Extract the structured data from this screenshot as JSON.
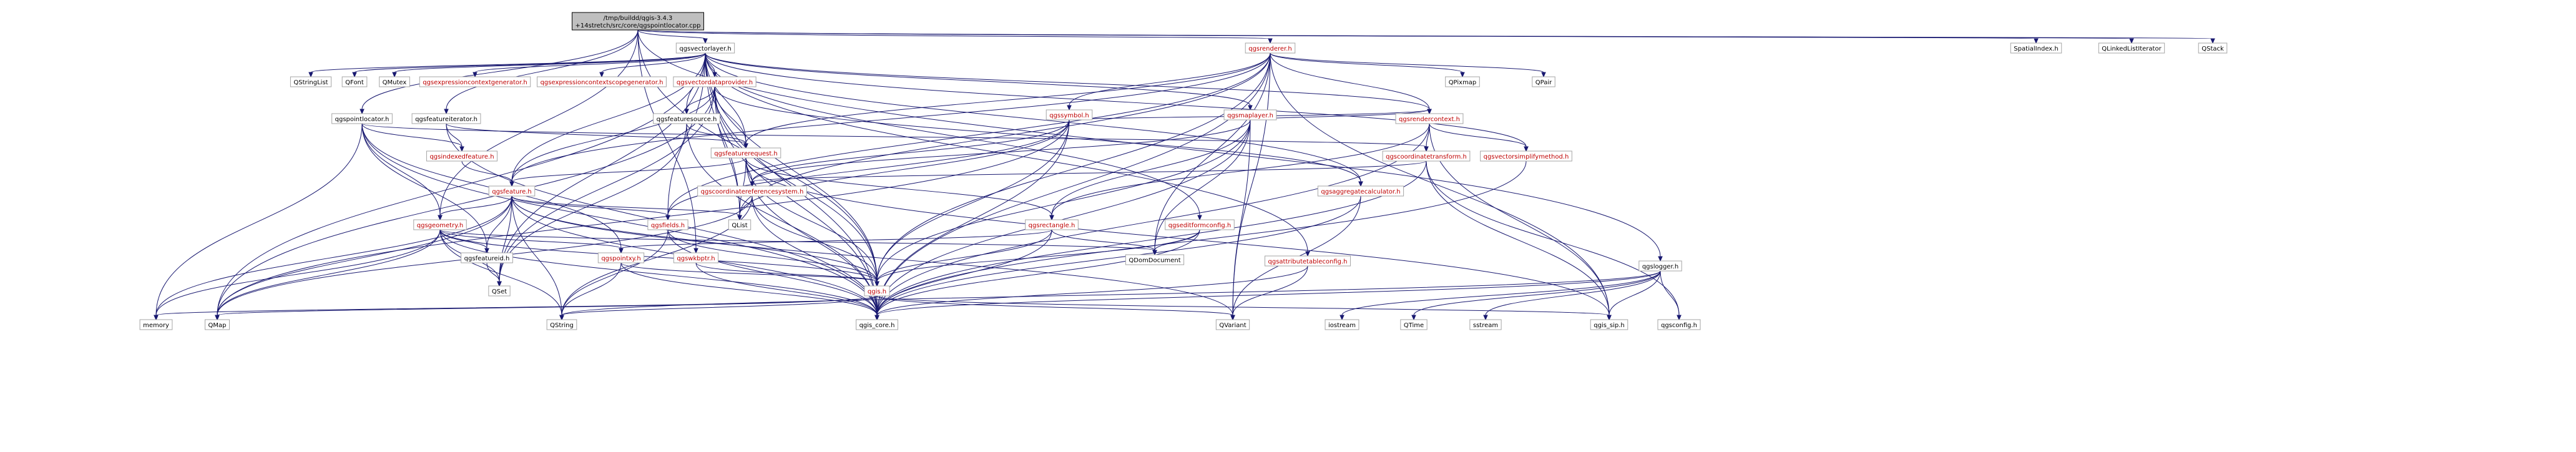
{
  "colors": {
    "edge": "#191970",
    "red_text": "#bf0000",
    "node_fill": "#ffffff",
    "root_fill": "#bfbfbf"
  },
  "nodes": {
    "root": {
      "label": "/tmp/buildd/qgis-3.4.3\n+14stretch/src/core/qgspointlocator.cpp",
      "red": false,
      "root": true
    },
    "qgsvectorlayer": {
      "label": "qgsvectorlayer.h",
      "red": false
    },
    "qgsrenderer": {
      "label": "qgsrenderer.h",
      "red": true
    },
    "spatialindex": {
      "label": "SpatialIndex.h",
      "red": false
    },
    "qlinkedlistiterator": {
      "label": "QLinkedListIterator",
      "red": false
    },
    "qstack": {
      "label": "QStack",
      "red": false
    },
    "qstringlist": {
      "label": "QStringList",
      "red": false
    },
    "qfont": {
      "label": "QFont",
      "red": false
    },
    "qmutex": {
      "label": "QMutex",
      "red": false
    },
    "qgsexprgen": {
      "label": "qgsexpressioncontextgenerator.h",
      "red": true
    },
    "qgsexprscopegen": {
      "label": "qgsexpressioncontextscopegenerator.h",
      "red": true
    },
    "qgsvectordataprovider": {
      "label": "qgsvectordataprovider.h",
      "red": true
    },
    "qgssymbol": {
      "label": "qgssymbol.h",
      "red": true
    },
    "qgsmaplayer": {
      "label": "qgsmaplayer.h",
      "red": true
    },
    "qpixmap": {
      "label": "QPixmap",
      "red": false
    },
    "qpair": {
      "label": "QPair",
      "red": false
    },
    "qgspointlocator": {
      "label": "qgspointlocator.h",
      "red": false
    },
    "qgsfeatureiterator": {
      "label": "qgsfeatureiterator.h",
      "red": false
    },
    "qgsfeaturesource": {
      "label": "qgsfeaturesource.h",
      "red": false
    },
    "qgsrendercontext": {
      "label": "qgsrendercontext.h",
      "red": true
    },
    "qgsindexedfeature": {
      "label": "qgsindexedfeature.h",
      "red": true
    },
    "qgsfeaturerequest": {
      "label": "qgsfeaturerequest.h",
      "red": true
    },
    "qgscoordinatetransform": {
      "label": "qgscoordinatetransform.h",
      "red": true
    },
    "qgsvectorsimplifymethod": {
      "label": "qgsvectorsimplifymethod.h",
      "red": true
    },
    "qgsfeature": {
      "label": "qgsfeature.h",
      "red": true
    },
    "qgscrs": {
      "label": "qgscoordinatereferencesystem.h",
      "red": true
    },
    "qgsaggregatecalculator": {
      "label": "qgsaggregatecalculator.h",
      "red": true
    },
    "qgsgeometry": {
      "label": "qgsgeometry.h",
      "red": true
    },
    "qgsfields": {
      "label": "qgsfields.h",
      "red": true
    },
    "qlist": {
      "label": "QList",
      "red": false
    },
    "qgsrectangle": {
      "label": "qgsrectangle.h",
      "red": true
    },
    "qgseditformconfig": {
      "label": "qgseditformconfig.h",
      "red": true
    },
    "qgsfeatureid": {
      "label": "qgsfeatureid.h",
      "red": false
    },
    "qgspointxy": {
      "label": "qgspointxy.h",
      "red": true
    },
    "qgswkbptr": {
      "label": "qgswkbptr.h",
      "red": true
    },
    "qdomdocument": {
      "label": "QDomDocument",
      "red": false
    },
    "qgsattributetableconfig": {
      "label": "qgsattributetableconfig.h",
      "red": true
    },
    "qgslogger": {
      "label": "qgslogger.h",
      "red": false
    },
    "qset": {
      "label": "QSet",
      "red": false
    },
    "qgis": {
      "label": "qgis.h",
      "red": true
    },
    "memory": {
      "label": "memory",
      "red": false
    },
    "qmap": {
      "label": "QMap",
      "red": false
    },
    "qstring": {
      "label": "QString",
      "red": false
    },
    "qgis_core": {
      "label": "qgis_core.h",
      "red": false
    },
    "qvariant": {
      "label": "QVariant",
      "red": false
    },
    "iostream": {
      "label": "iostream",
      "red": false
    },
    "qtime": {
      "label": "QTime",
      "red": false
    },
    "sstream": {
      "label": "sstream",
      "red": false
    },
    "qgis_sip": {
      "label": "qgis_sip.h",
      "red": false
    },
    "qgsconfig": {
      "label": "qgsconfig.h",
      "red": false
    }
  },
  "edges": [
    [
      "root",
      "qgsvectorlayer"
    ],
    [
      "root",
      "qgsrenderer"
    ],
    [
      "root",
      "spatialindex"
    ],
    [
      "root",
      "qlinkedlistiterator"
    ],
    [
      "root",
      "qstack"
    ],
    [
      "root",
      "qgspointlocator"
    ],
    [
      "root",
      "qgsfeatureiterator"
    ],
    [
      "root",
      "qgsgeometry"
    ],
    [
      "root",
      "qgis"
    ],
    [
      "root",
      "qgslogger"
    ],
    [
      "root",
      "qgswkbptr"
    ],
    [
      "qgsvectorlayer",
      "qstringlist"
    ],
    [
      "qgsvectorlayer",
      "qfont"
    ],
    [
      "qgsvectorlayer",
      "qmutex"
    ],
    [
      "qgsvectorlayer",
      "qgsexprgen"
    ],
    [
      "qgsvectorlayer",
      "qgsexprscopegen"
    ],
    [
      "qgsvectorlayer",
      "qgsvectordataprovider"
    ],
    [
      "qgsvectorlayer",
      "qgsmaplayer"
    ],
    [
      "qgsvectorlayer",
      "qgsfeaturesource"
    ],
    [
      "qgsvectorlayer",
      "qgsfeaturerequest"
    ],
    [
      "qgsvectorlayer",
      "qgsfeature"
    ],
    [
      "qgsvectorlayer",
      "qgsfields"
    ],
    [
      "qgsvectorlayer",
      "qlist"
    ],
    [
      "qgsvectorlayer",
      "qgis"
    ],
    [
      "qgsvectorlayer",
      "qgis_core"
    ],
    [
      "qgsvectorlayer",
      "qset"
    ],
    [
      "qgsvectorlayer",
      "qmap"
    ],
    [
      "qgsvectorlayer",
      "qgseditformconfig"
    ],
    [
      "qgsvectorlayer",
      "qgsattributetableconfig"
    ],
    [
      "qgsvectorlayer",
      "qgsaggregatecalculator"
    ],
    [
      "qgsvectorlayer",
      "qgsvectorsimplifymethod"
    ],
    [
      "qgsvectorlayer",
      "qgsrendercontext"
    ],
    [
      "qgsrenderer",
      "qgssymbol"
    ],
    [
      "qgsrenderer",
      "qgsrendercontext"
    ],
    [
      "qgsrenderer",
      "qgsfeaturerequest"
    ],
    [
      "qgsrenderer",
      "qgsfields"
    ],
    [
      "qgsrenderer",
      "qlist"
    ],
    [
      "qgsrenderer",
      "qgis"
    ],
    [
      "qgsrenderer",
      "qgis_core"
    ],
    [
      "qgsrenderer",
      "qdomdocument"
    ],
    [
      "qgsrenderer",
      "qpixmap"
    ],
    [
      "qgsrenderer",
      "qpair"
    ],
    [
      "qgsrenderer",
      "qgis_sip"
    ],
    [
      "qgsrenderer",
      "qvariant"
    ],
    [
      "qgsrenderer",
      "qgsfeature"
    ],
    [
      "qgsvectordataprovider",
      "qgsfeaturesource"
    ],
    [
      "qgsvectordataprovider",
      "qgsfeaturerequest"
    ],
    [
      "qgsvectordataprovider",
      "qgsfeature"
    ],
    [
      "qgsvectordataprovider",
      "qgsaggregatecalculator"
    ],
    [
      "qgsvectordataprovider",
      "qgis_core"
    ],
    [
      "qgsvectordataprovider",
      "qset"
    ],
    [
      "qgsvectordataprovider",
      "qmap"
    ],
    [
      "qgsvectordataprovider",
      "qlist"
    ],
    [
      "qgsvectordataprovider",
      "qgis"
    ],
    [
      "qgssymbol",
      "qgsrendercontext"
    ],
    [
      "qgssymbol",
      "qgsfields"
    ],
    [
      "qgssymbol",
      "qlist"
    ],
    [
      "qgssymbol",
      "qgis"
    ],
    [
      "qgssymbol",
      "qgis_core"
    ],
    [
      "qgssymbol",
      "qmap"
    ],
    [
      "qgssymbol",
      "qgscrs"
    ],
    [
      "qgsmaplayer",
      "qgsrendercontext"
    ],
    [
      "qgsmaplayer",
      "qgsrectangle"
    ],
    [
      "qgsmaplayer",
      "qgis"
    ],
    [
      "qgsmaplayer",
      "qgis_core"
    ],
    [
      "qgsmaplayer",
      "qdomdocument"
    ],
    [
      "qgsmaplayer",
      "qgscrs"
    ],
    [
      "qgsmaplayer",
      "qvariant"
    ],
    [
      "qgspointlocator",
      "qgsfeatureid"
    ],
    [
      "qgspointlocator",
      "qgspointxy"
    ],
    [
      "qgspointlocator",
      "qgscoordinatetransform"
    ],
    [
      "qgspointlocator",
      "qgis_core"
    ],
    [
      "qgspointlocator",
      "qgsgeometry"
    ],
    [
      "qgspointlocator",
      "memory"
    ],
    [
      "qgspointlocator",
      "qgsindexedfeature"
    ],
    [
      "qgsfeatureiterator",
      "qgsfeaturerequest"
    ],
    [
      "qgsfeatureiterator",
      "qgsindexedfeature"
    ],
    [
      "qgsfeatureiterator",
      "qgis_core"
    ],
    [
      "qgsfeaturesource",
      "qgsfeaturerequest"
    ],
    [
      "qgsfeaturesource",
      "qgis_core"
    ],
    [
      "qgsfeaturesource",
      "qset"
    ],
    [
      "qgsrendercontext",
      "qgscoordinatetransform"
    ],
    [
      "qgsrendercontext",
      "qgsvectorsimplifymethod"
    ],
    [
      "qgsrendercontext",
      "qgsrectangle"
    ],
    [
      "qgsrendercontext",
      "qgis_core"
    ],
    [
      "qgsrendercontext",
      "qgis_sip"
    ],
    [
      "qgsindexedfeature",
      "qgsfeature"
    ],
    [
      "qgsfeaturerequest",
      "qgsfeature"
    ],
    [
      "qgsfeaturerequest",
      "qgsrectangle"
    ],
    [
      "qgsfeaturerequest",
      "qlist"
    ],
    [
      "qgsfeaturerequest",
      "qgis_core"
    ],
    [
      "qgsfeaturerequest",
      "qgis_sip"
    ],
    [
      "qgsfeaturerequest",
      "qgscrs"
    ],
    [
      "qgsfeaturerequest",
      "qgis"
    ],
    [
      "qgscoordinatetransform",
      "qgscrs"
    ],
    [
      "qgscoordinatetransform",
      "qgis_core"
    ],
    [
      "qgscoordinatetransform",
      "qgis_sip"
    ],
    [
      "qgscoordinatetransform",
      "qgsconfig"
    ],
    [
      "qgsvectorsimplifymethod",
      "qgis_core"
    ],
    [
      "qgsfeature",
      "qgsgeometry"
    ],
    [
      "qgsfeature",
      "qgsfields"
    ],
    [
      "qgsfeature",
      "qgsfeatureid"
    ],
    [
      "qgsfeature",
      "qgis_core"
    ],
    [
      "qgsfeature",
      "qlist"
    ],
    [
      "qgsfeature",
      "qvariant"
    ],
    [
      "qgsfeature",
      "qset"
    ],
    [
      "qgsfeature",
      "qmap"
    ],
    [
      "qgsfeature",
      "memory"
    ],
    [
      "qgsfeature",
      "qstring"
    ],
    [
      "qgsfeature",
      "qgis"
    ],
    [
      "qgscrs",
      "qgis_core"
    ],
    [
      "qgscrs",
      "qgis"
    ],
    [
      "qgscrs",
      "qstring"
    ],
    [
      "qgscrs",
      "qmap"
    ],
    [
      "qgsaggregatecalculator",
      "qgis_core"
    ],
    [
      "qgsaggregatecalculator",
      "qvariant"
    ],
    [
      "qgsgeometry",
      "qgspointxy"
    ],
    [
      "qgsgeometry",
      "qgsfeatureid"
    ],
    [
      "qgsgeometry",
      "qgis_core"
    ],
    [
      "qgsgeometry",
      "qgis"
    ],
    [
      "qgsgeometry",
      "qset"
    ],
    [
      "qgsgeometry",
      "qstring"
    ],
    [
      "qgsgeometry",
      "memory"
    ],
    [
      "qgsgeometry",
      "qdomdocument"
    ],
    [
      "qgsgeometry",
      "qmap"
    ],
    [
      "qgsfields",
      "qgis_core"
    ],
    [
      "qgsfields",
      "qgis"
    ],
    [
      "qgsfields",
      "qstring"
    ],
    [
      "qgsrectangle",
      "qgis_core"
    ],
    [
      "qgsrectangle",
      "qgis"
    ],
    [
      "qgsrectangle",
      "qdomdocument"
    ],
    [
      "qgsrectangle",
      "qgspointxy"
    ],
    [
      "qgseditformconfig",
      "qgis_core"
    ],
    [
      "qgseditformconfig",
      "qgis"
    ],
    [
      "qgseditformconfig",
      "qdomdocument"
    ],
    [
      "qgsfeatureid",
      "qset"
    ],
    [
      "qgspointxy",
      "qgis_core"
    ],
    [
      "qgspointxy",
      "qgis"
    ],
    [
      "qgspointxy",
      "qstring"
    ],
    [
      "qgswkbptr",
      "qgis_core"
    ],
    [
      "qgswkbptr",
      "qgis"
    ],
    [
      "qgsattributetableconfig",
      "qgis_core"
    ],
    [
      "qgsattributetableconfig",
      "qvariant"
    ],
    [
      "qgis",
      "qgis_core"
    ],
    [
      "qgis",
      "qgis_sip"
    ],
    [
      "qgis",
      "memory"
    ],
    [
      "qgis",
      "qmap"
    ],
    [
      "qgis",
      "qstring"
    ],
    [
      "qgis",
      "qvariant"
    ],
    [
      "qgslogger",
      "iostream"
    ],
    [
      "qgslogger",
      "qtime"
    ],
    [
      "qgslogger",
      "sstream"
    ],
    [
      "qgslogger",
      "qgis_core"
    ],
    [
      "qgslogger",
      "qgis_sip"
    ],
    [
      "qgslogger",
      "qgsconfig"
    ],
    [
      "qgslogger",
      "qstring"
    ]
  ]
}
